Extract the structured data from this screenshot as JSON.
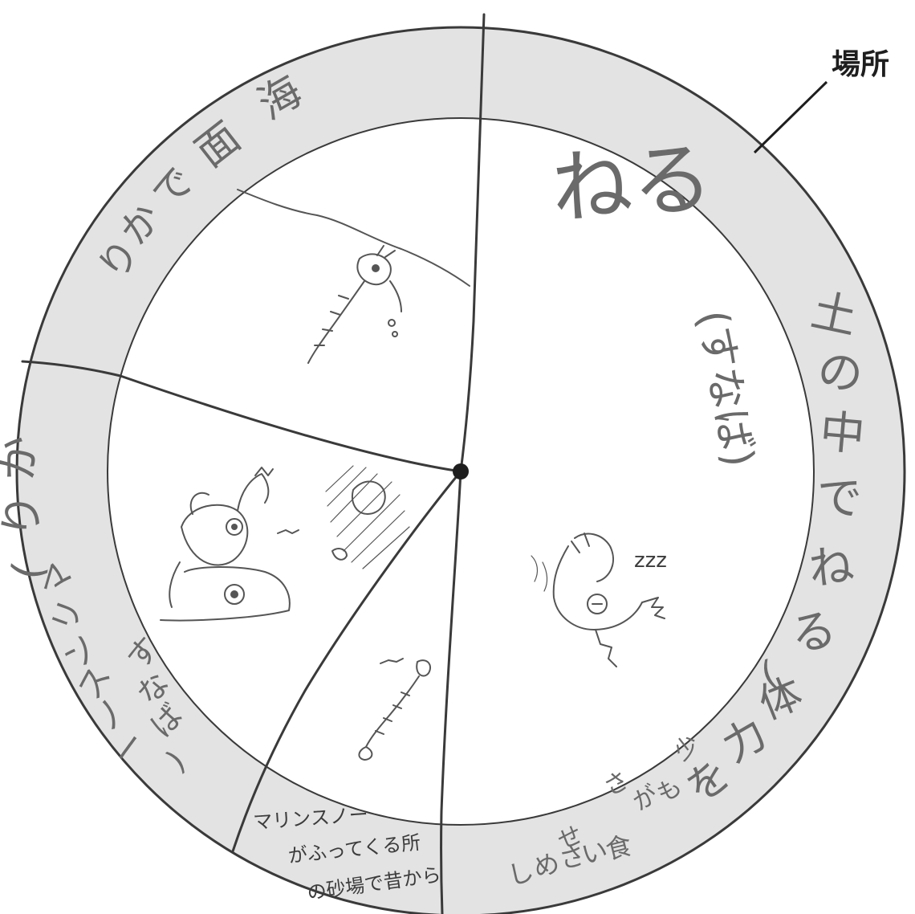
{
  "callout": {
    "label": "場所"
  },
  "ring_labels": {
    "top_left": [
      "海",
      "面",
      "で",
      "か",
      "り"
    ],
    "right": [
      "土",
      "の",
      "中",
      "で",
      "ね",
      "る",
      "(",
      "体",
      "力",
      "を"
    ],
    "bottom_right": [
      "少",
      "さ",
      "が",
      "も",
      "せ",
      "し",
      "め",
      "さ",
      "い",
      "食"
    ],
    "left_main": [
      "か",
      "り",
      "(",
      "マ",
      "リ",
      "ン",
      "ス",
      "ノ",
      "ー"
    ],
    "left_sub": [
      "す",
      "な",
      "ば",
      ")"
    ],
    "bottom_center": [
      "マリンスノー",
      "がふってくる所",
      "の砂場で昔から"
    ]
  },
  "inner_labels": {
    "sleep_big": "ねる",
    "sleep_paren": "(すなば)",
    "zzz": "zzz"
  },
  "colors": {
    "ring_fill": "#e3e3e3",
    "disc_fill": "#ffffff",
    "line": "#3a3a3a"
  }
}
